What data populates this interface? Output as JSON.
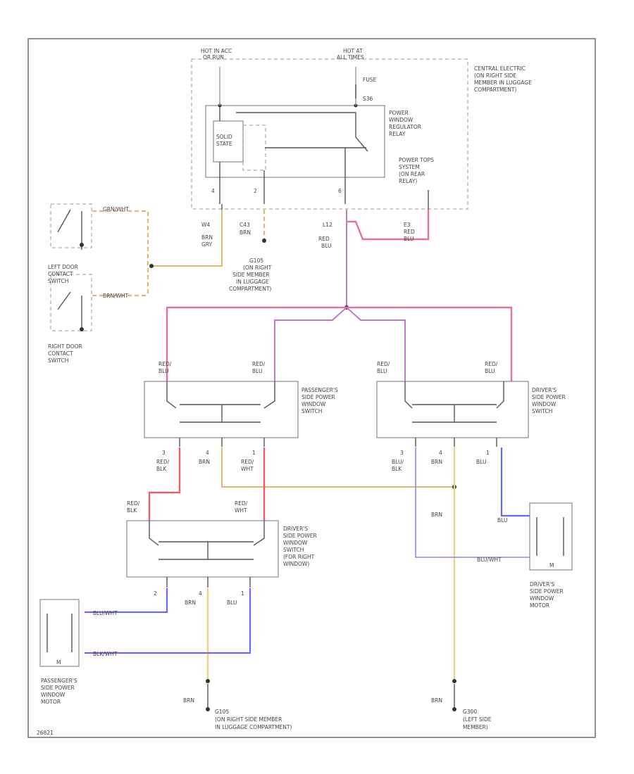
{
  "labels": {
    "hot_top_left": [
      "HOT IN ACC",
      "OR RUN"
    ],
    "hot_top_right": [
      "HOT AT",
      "ALL TIMES"
    ],
    "fuse": "FUSE",
    "fuse_num": "S36",
    "central_electric": [
      "CENTRAL ELECTRIC",
      "(ON RIGHT SIDE",
      "MEMBER IN LUGGAGE",
      "COMPARTMENT)"
    ],
    "relay": [
      "POWER",
      "WINDOW",
      "REGULATOR",
      "RELAY"
    ],
    "relay_inner": [
      "SOLID",
      "STATE"
    ],
    "power_tops": [
      "POWER TOPS",
      "SYSTEM",
      "(ON REAR",
      "RELAY)"
    ],
    "pin_4": "4",
    "pin_2": "2",
    "pin_6": "6",
    "wire_w4": [
      "W4",
      "BRN",
      "GRY"
    ],
    "wire_c43": [
      "C43",
      "BRN"
    ],
    "wire_l12": [
      "L12",
      "RED",
      "BLU"
    ],
    "wire_e3": [
      "E3",
      "RED",
      "BLU"
    ],
    "ground_g105": [
      "G105",
      "(ON RIGHT",
      "SIDE MEMBER",
      "IN LUGGAGE",
      "COMPARTMENT)"
    ],
    "left_door_switch": [
      "LEFT DOOR",
      "CONTACT",
      "SWITCH"
    ],
    "right_door_switch": [
      "RIGHT DOOR",
      "CONTACT",
      "SWITCH"
    ],
    "grn_wht": "GRN/WHT",
    "brn_wht": "BRN/WHT",
    "red_blu": [
      "RED/",
      "BLU"
    ],
    "pass_switch": [
      "PASSENGER'S",
      "SIDE POWER",
      "WINDOW",
      "SWITCH"
    ],
    "drv_switch": [
      "DRIVER'S",
      "SIDE POWER",
      "WINDOW",
      "SWITCH"
    ],
    "drv_rear_switch": [
      "DRIVER'S",
      "SIDE POWER",
      "WINDOW",
      "SWITCH",
      "(FOR RIGHT",
      "WINDOW)"
    ],
    "p_pin3": [
      "3",
      "RED/",
      "BLK"
    ],
    "p_pin4": [
      "4",
      "BRN"
    ],
    "p_pin1": [
      "1",
      "RED/",
      "WHT"
    ],
    "d_pin3": [
      "3",
      "BLU/",
      "BLK"
    ],
    "d_pin4": [
      "4",
      "BRN"
    ],
    "d_pin1": [
      "1",
      "BLU"
    ],
    "red_blk_top": [
      "RED/",
      "BLK"
    ],
    "red_wht_top": [
      "RED/",
      "WHT"
    ],
    "brn_mid": "BRN",
    "blu_wht": "BLU/WHT",
    "blk_wht": "BLK/WHT",
    "blu": "BLU",
    "r_pin2": [
      "2",
      "BLU/WHT"
    ],
    "r_pin4": [
      "4",
      "BRN"
    ],
    "r_pin1": [
      "1",
      "BLU"
    ],
    "motor_m": "M",
    "drv_motor": [
      "DRIVER'S",
      "SIDE POWER",
      "WINDOW",
      "MOTOR"
    ],
    "pass_motor": [
      "PASSENGER'S",
      "SIDE POWER",
      "WINDOW",
      "MOTOR"
    ],
    "brn_bottom": "BRN",
    "g105_bottom": [
      "G105",
      "(ON RIGHT SIDE MEMBER",
      "IN LUGGAGE COMPARTMENT)"
    ],
    "g300": [
      "G300",
      "(LEFT SIDE",
      "MEMBER)"
    ],
    "diagram_id": "26821"
  }
}
